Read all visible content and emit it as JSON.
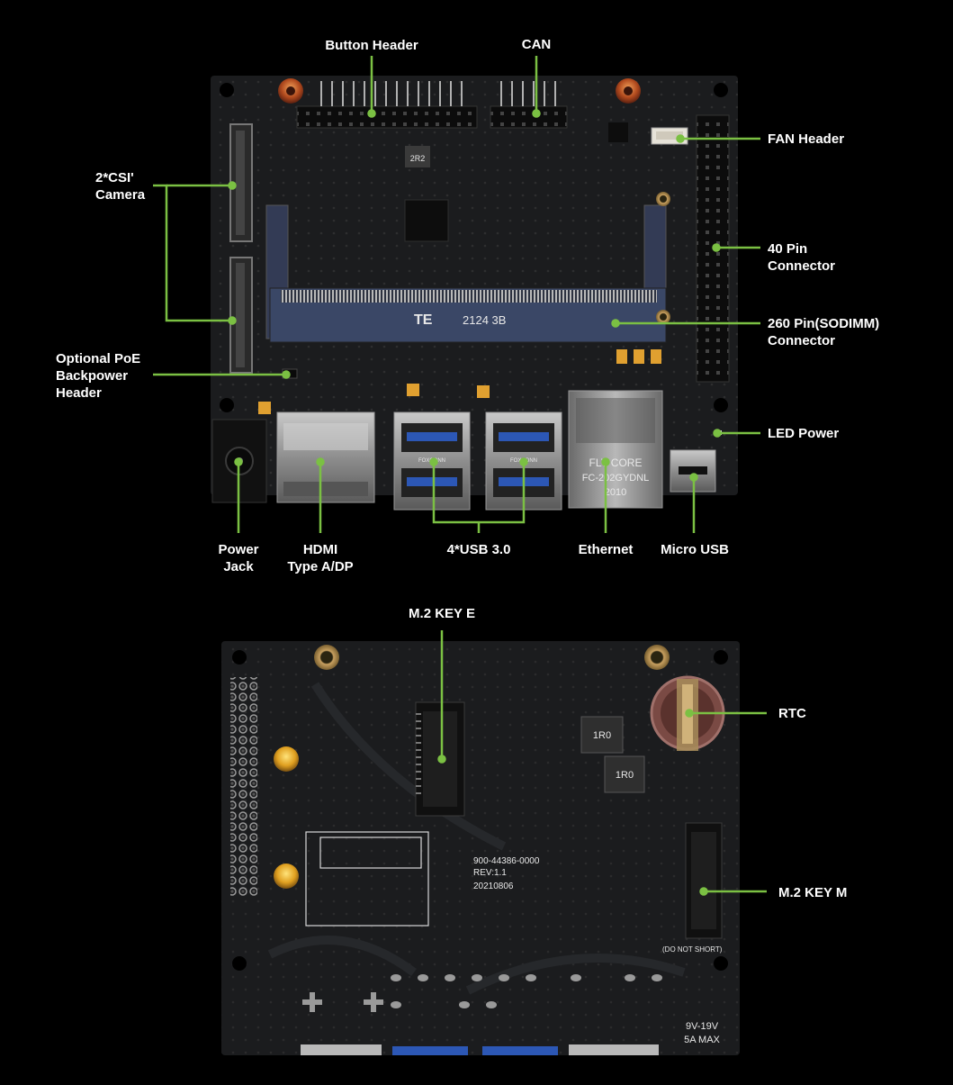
{
  "colors": {
    "background": "#000000",
    "pcb": "#1b1c1e",
    "pcb_dark": "#121314",
    "callout_line": "#7bc043",
    "label_text": "#ffffff",
    "gold_pad": "#e0a030",
    "sodimm_blue": "#3a4766"
  },
  "top_board": {
    "labels": {
      "button_header": "Button Header",
      "can": "CAN",
      "fan_header": "FAN Header",
      "csi_camera": "2*CSI'\nCamera",
      "pin40": "40 Pin\nConnector",
      "sodimm": "260 Pin(SODIMM)\nConnector",
      "poe": "Optional PoE\nBackpower\nHeader",
      "led_power": "LED Power",
      "power_jack": "Power\nJack",
      "hdmi": "HDMI\nType A/DP",
      "usb": "4*USB 3.0",
      "ethernet": "Ethernet",
      "micro_usb": "Micro USB"
    },
    "silkscreen": {
      "sodimm_brand": "TE",
      "sodimm_code": "2124 3B",
      "rj45_line1": "FLY CORE",
      "rj45_line2": "FC-202GYDNL",
      "rj45_line3": "2010",
      "inductor": "2R2",
      "usb_brand": "FOXCONN"
    }
  },
  "bottom_board": {
    "labels": {
      "m2_key_e": "M.2 KEY E",
      "rtc": "RTC",
      "m2_key_m": "M.2 KEY M"
    },
    "silkscreen": {
      "part_number": "900-44386-0000",
      "revision": "REV:1.1",
      "date": "20210806",
      "inductor": "1R0",
      "do_not_short": "(DO NOT SHORT)",
      "voltage": "9V-19V",
      "current": "5A MAX"
    }
  }
}
